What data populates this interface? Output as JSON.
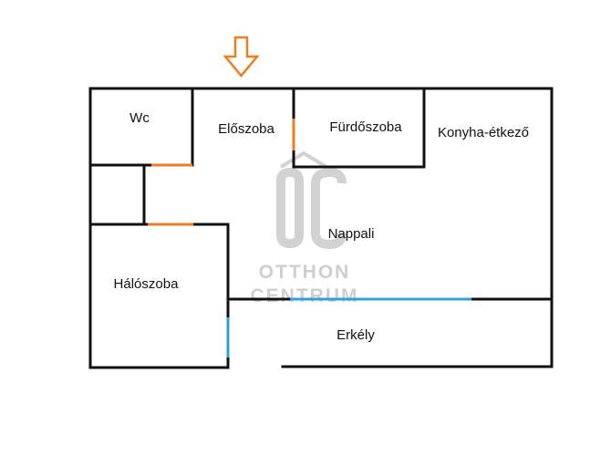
{
  "rooms": {
    "wc": "Wc",
    "hallway": "Előszoba",
    "bathroom": "Fürdőszoba",
    "kitchen_dining": "Konyha-étkező",
    "living_room": "Nappali",
    "bedroom": "Hálószoba",
    "balcony": "Erkély"
  },
  "watermark": {
    "line1": "OTTHON",
    "line2": "CENTRUM",
    "logo_letters": "ÔC"
  },
  "colors": {
    "wall": "#111111",
    "door": "#ee7d1e",
    "window": "#2f9fd8",
    "entrance_arrow": "#ee7d1e",
    "watermark": "#cfcfcf"
  },
  "icons": {
    "entrance": "down-arrow-icon"
  }
}
